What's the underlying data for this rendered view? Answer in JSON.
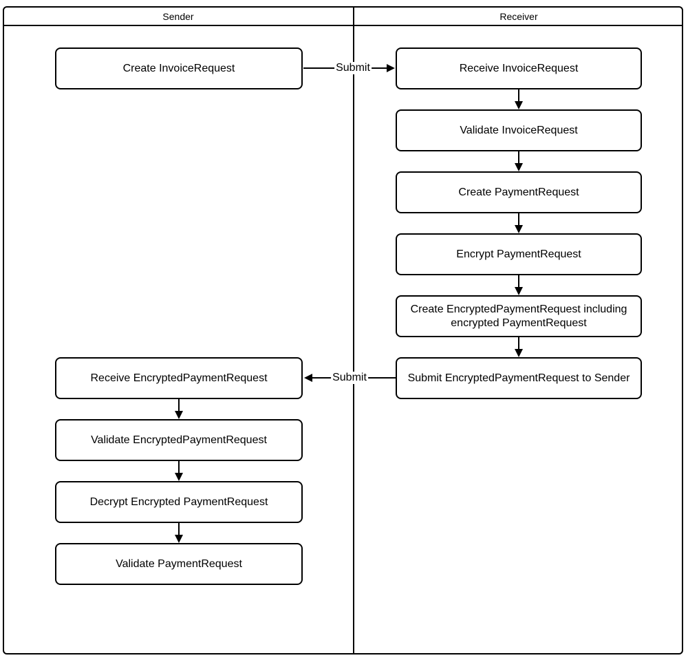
{
  "lanes": {
    "sender": {
      "title": "Sender",
      "boxes": [
        "Create InvoiceRequest",
        "Receive EncryptedPaymentRequest",
        "Validate EncryptedPaymentRequest",
        "Decrypt Encrypted PaymentRequest",
        "Validate PaymentRequest"
      ]
    },
    "receiver": {
      "title": "Receiver",
      "boxes": [
        "Receive InvoiceRequest",
        "Validate InvoiceRequest",
        "Create PaymentRequest",
        "Encrypt PaymentRequest",
        "Create EncryptedPaymentRequest including encrypted PaymentRequest",
        "Submit EncryptedPaymentRequest to Sender"
      ]
    }
  },
  "arrows": {
    "submit_invoice_label": "Submit",
    "submit_payment_label": "Submit"
  },
  "colors": {
    "stroke": "#000000",
    "background": "#ffffff",
    "text": "#000000"
  }
}
